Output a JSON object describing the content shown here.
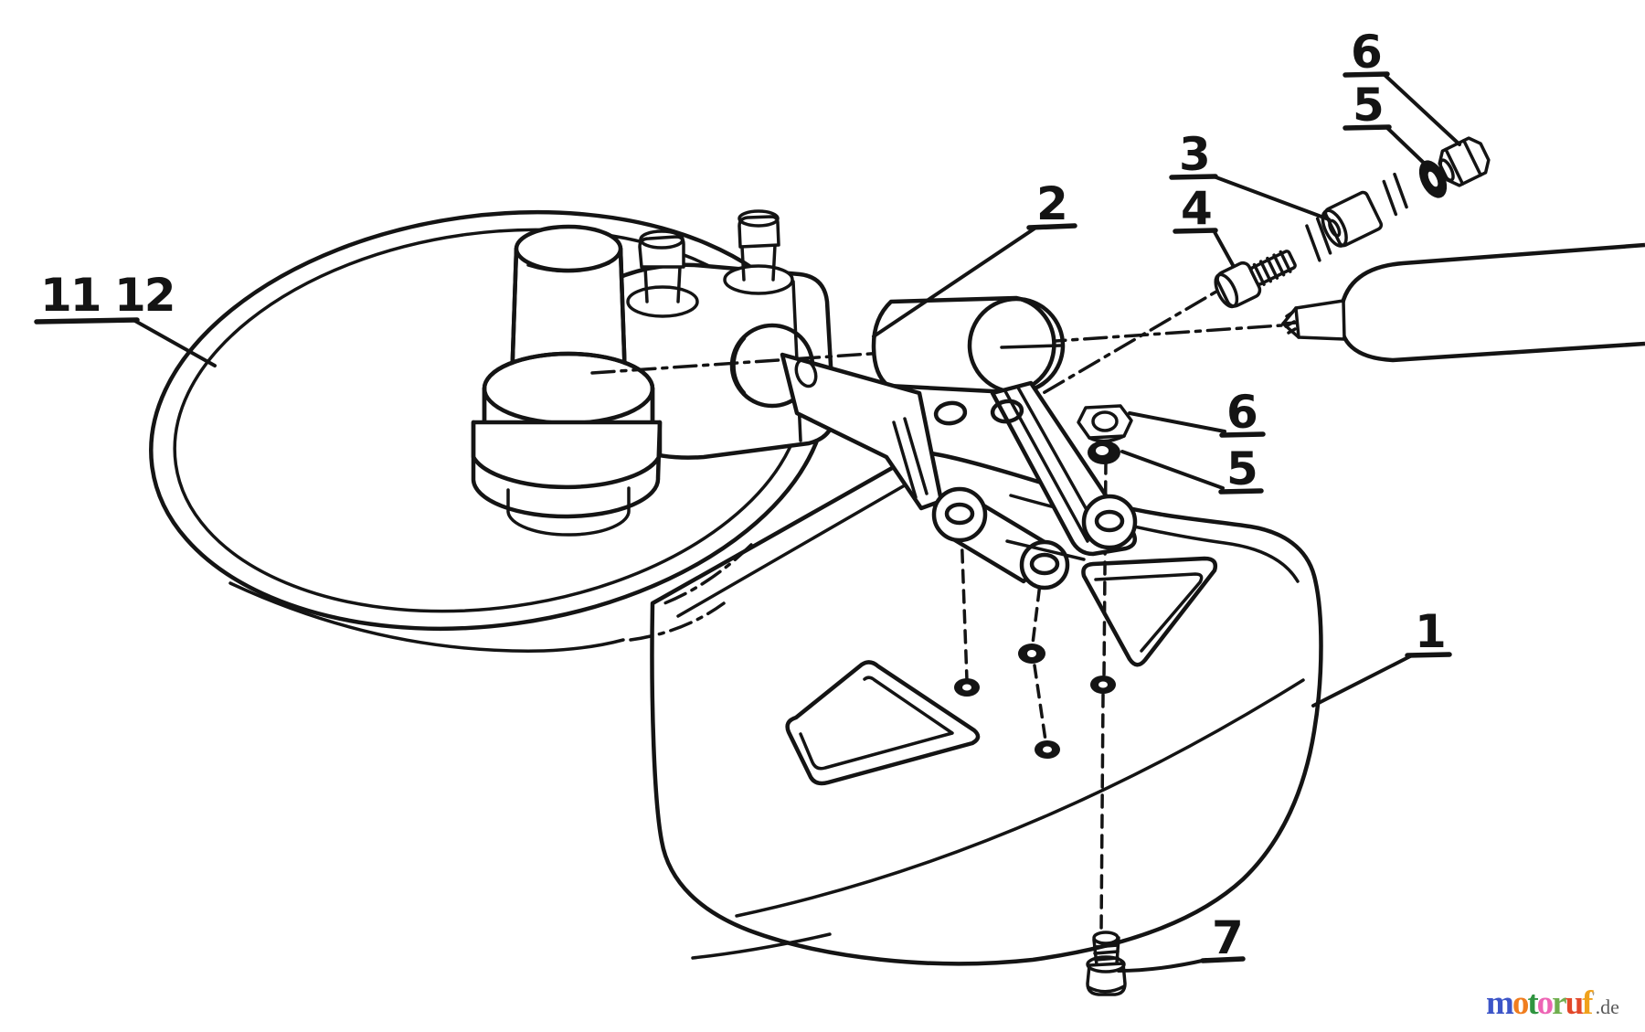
{
  "page": {
    "background": "#ffffff",
    "ink": "#141414"
  },
  "diagram": {
    "type": "exploded-parts-diagram",
    "callouts": [
      {
        "id": "11-12",
        "label": "11 12"
      },
      {
        "id": "2",
        "label": "2"
      },
      {
        "id": "3",
        "label": "3"
      },
      {
        "id": "4",
        "label": "4"
      },
      {
        "id": "6-top",
        "label": "6"
      },
      {
        "id": "5-top",
        "label": "5"
      },
      {
        "id": "6-mid",
        "label": "6"
      },
      {
        "id": "5-mid",
        "label": "5"
      },
      {
        "id": "1",
        "label": "1"
      },
      {
        "id": "7",
        "label": "7"
      }
    ]
  },
  "watermark": {
    "word": "motoruf",
    "letters": [
      {
        "ch": "m",
        "style": "color:#3c55c8"
      },
      {
        "ch": "o",
        "style": "color:#f07d1e"
      },
      {
        "ch": "t",
        "style": "color:#2f9440"
      },
      {
        "ch": "o",
        "style": "color:#ed64b4"
      },
      {
        "ch": "r",
        "style": "color:#6fae4e"
      },
      {
        "ch": "u",
        "style": "color:#e2482a"
      },
      {
        "ch": "f",
        "style": "color:#f0a11c"
      }
    ],
    "mark": {
      "ch": "'",
      "style": "color:#9a9a9a"
    },
    "suffix": ".de",
    "suffix_style": "color:#5a5a5a"
  }
}
